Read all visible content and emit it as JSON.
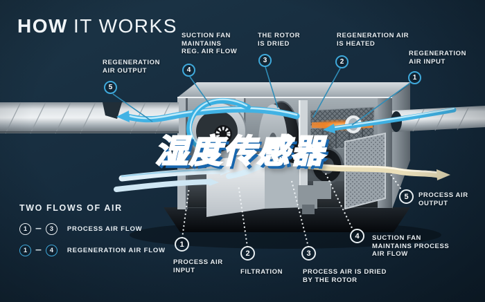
{
  "title": {
    "word_bold": "HOW",
    "word_light": "IT WORKS"
  },
  "watermark_text": "湿度传感器",
  "legend": {
    "heading": "TWO FLOWS OF AIR",
    "rows": [
      {
        "from": "1",
        "to": "3",
        "label": "PROCESS AIR FLOW",
        "style": "process"
      },
      {
        "from": "1",
        "to": "4",
        "label": "REGENERATION AIR FLOW",
        "style": "regeneration"
      }
    ]
  },
  "callouts": {
    "regeneration": [
      {
        "num": "5",
        "line1": "REGENERATION",
        "line2": "AIR OUTPUT",
        "line3": ""
      },
      {
        "num": "4",
        "line1": "SUCTION FAN",
        "line2": "MAINTAINS",
        "line3": "REG. AIR FLOW"
      },
      {
        "num": "3",
        "line1": "THE ROTOR",
        "line2": "IS DRIED",
        "line3": ""
      },
      {
        "num": "2",
        "line1": "REGENERATION AIR",
        "line2": "IS HEATED",
        "line3": ""
      },
      {
        "num": "1",
        "line1": "REGENERATION",
        "line2": "AIR INPUT",
        "line3": ""
      }
    ],
    "process": [
      {
        "num": "1",
        "line1": "PROCESS AIR",
        "line2": "INPUT",
        "line3": ""
      },
      {
        "num": "2",
        "line1": "FILTRATION",
        "line2": "",
        "line3": ""
      },
      {
        "num": "3",
        "line1": "PROCESS AIR IS DRIED",
        "line2": "BY THE ROTOR",
        "line3": ""
      },
      {
        "num": "4",
        "line1": "SUCTION FAN",
        "line2": "MAINTAINS PROCESS",
        "line3": "AIR FLOW"
      },
      {
        "num": "5",
        "line1": "PROCESS AIR",
        "line2": "OUTPUT",
        "line3": ""
      }
    ]
  },
  "colors": {
    "background": "#152A3B",
    "accent_blue": "#3FA9DB",
    "leader_blue": "#2F8DB8",
    "text": "#E8EEF2",
    "heater_orange": "#F5913B",
    "airflow_cyan": "#45B6E8",
    "process_ribbon_cream": "#EADFB9",
    "watermark_fill": "#56B9EA",
    "watermark_shadow": "#1766AE"
  }
}
